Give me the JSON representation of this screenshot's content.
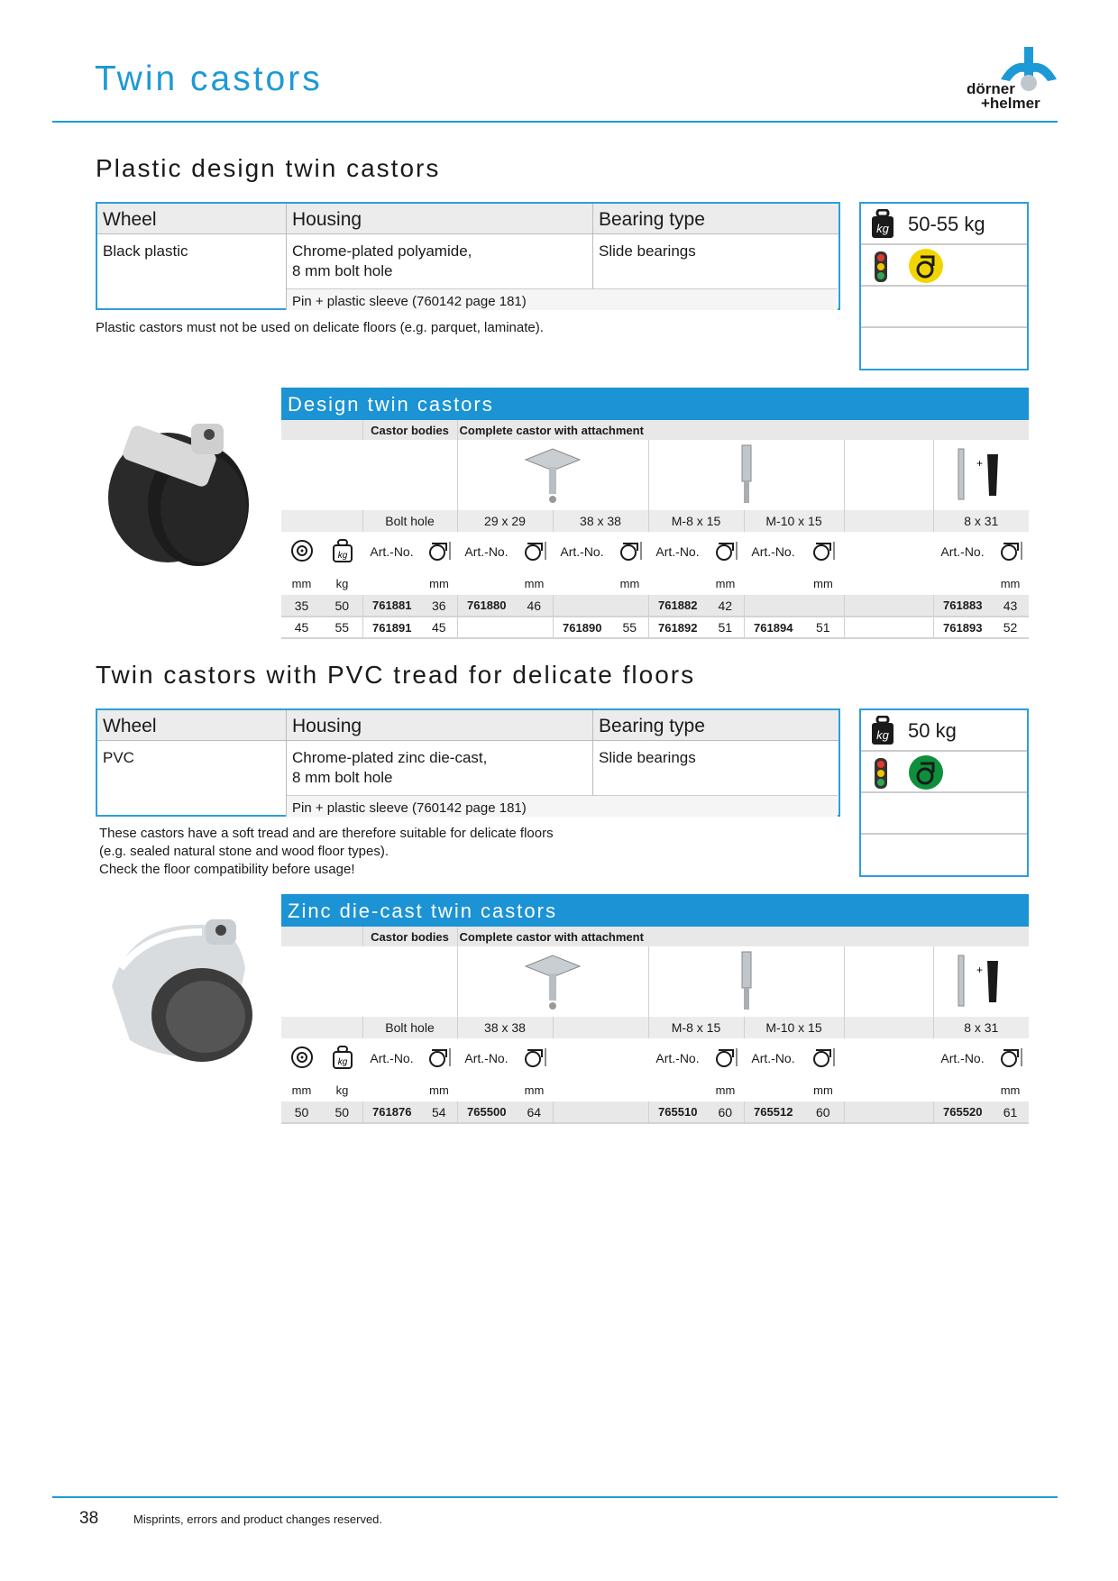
{
  "page": {
    "title": "Twin castors",
    "number": "38",
    "footer_note": "Misprints, errors and product changes reserved."
  },
  "brand": {
    "line1": "dörner",
    "line2": "+helmer",
    "color": "#1d9ad6"
  },
  "colors": {
    "accent": "#1d9ad6",
    "band": "#e8e8e8",
    "light_yellow": "#f2d500",
    "light_green": "#0e8f3c"
  },
  "section1": {
    "title": "Plastic design twin castors",
    "spec": {
      "headers": [
        "Wheel",
        "Housing",
        "Bearing type"
      ],
      "wheel": "Black plastic",
      "housing": "Chrome-plated polyamide,",
      "housing2": "8 mm bolt hole",
      "bearing": "Slide bearings",
      "pin": "Pin + plastic sleeve (760142 page 181)"
    },
    "load": "50-55 kg",
    "note": "Plastic castors must not be used on delicate floors (e.g. parquet, laminate).",
    "table": {
      "title": "Design twin castors",
      "castor_bodies": "Castor bodies",
      "complete_castor": "Complete castor with attachment",
      "bolt_label": "Bolt hole",
      "sizes": [
        "29 x 29",
        "38 x 38",
        "M-8 x 15",
        "M-10 x 15",
        "8 x 31"
      ],
      "art_label": "Art.-No.",
      "unit_mm": "mm",
      "unit_kg": "kg",
      "rows": [
        {
          "d": "35",
          "kg": "50",
          "a1": "761881",
          "h1": "36",
          "a2": "761880",
          "h2": "46",
          "a3": "",
          "h3": "",
          "a4": "761882",
          "h4": "42",
          "a5": "",
          "h5": "",
          "a6": "761883",
          "h6": "43"
        },
        {
          "d": "45",
          "kg": "55",
          "a1": "761891",
          "h1": "45",
          "a2": "",
          "h2": "",
          "a3": "761890",
          "h3": "55",
          "a4": "761892",
          "h4": "51",
          "a5": "761894",
          "h5": "51",
          "a6": "761893",
          "h6": "52"
        }
      ]
    }
  },
  "section2": {
    "title": "Twin castors with PVC tread for delicate floors",
    "spec": {
      "headers": [
        "Wheel",
        "Housing",
        "Bearing type"
      ],
      "wheel": "PVC",
      "housing": "Chrome-plated zinc die-cast,",
      "housing2": "8 mm bolt hole",
      "bearing": "Slide bearings",
      "pin": "Pin + plastic sleeve (760142 page 181)"
    },
    "load": "50 kg",
    "note1": "These castors have a soft tread and are therefore suitable for delicate floors",
    "note2": "(e.g. sealed natural stone and wood floor types).",
    "note3": "Check the floor compatibility before usage!",
    "table": {
      "title": "Zinc die-cast twin castors",
      "castor_bodies": "Castor bodies",
      "complete_castor": "Complete castor with attachment",
      "bolt_label": "Bolt hole",
      "sizes": [
        "38 x 38",
        "M-8 x 15",
        "M-10 x 15",
        "8 x 31"
      ],
      "art_label": "Art.-No.",
      "unit_mm": "mm",
      "unit_kg": "kg",
      "rows": [
        {
          "d": "50",
          "kg": "50",
          "a1": "761876",
          "h1": "54",
          "a2": "765500",
          "h2": "64",
          "a4": "765510",
          "h4": "60",
          "a5": "765512",
          "h5": "60",
          "a6": "765520",
          "h6": "61"
        }
      ]
    }
  }
}
